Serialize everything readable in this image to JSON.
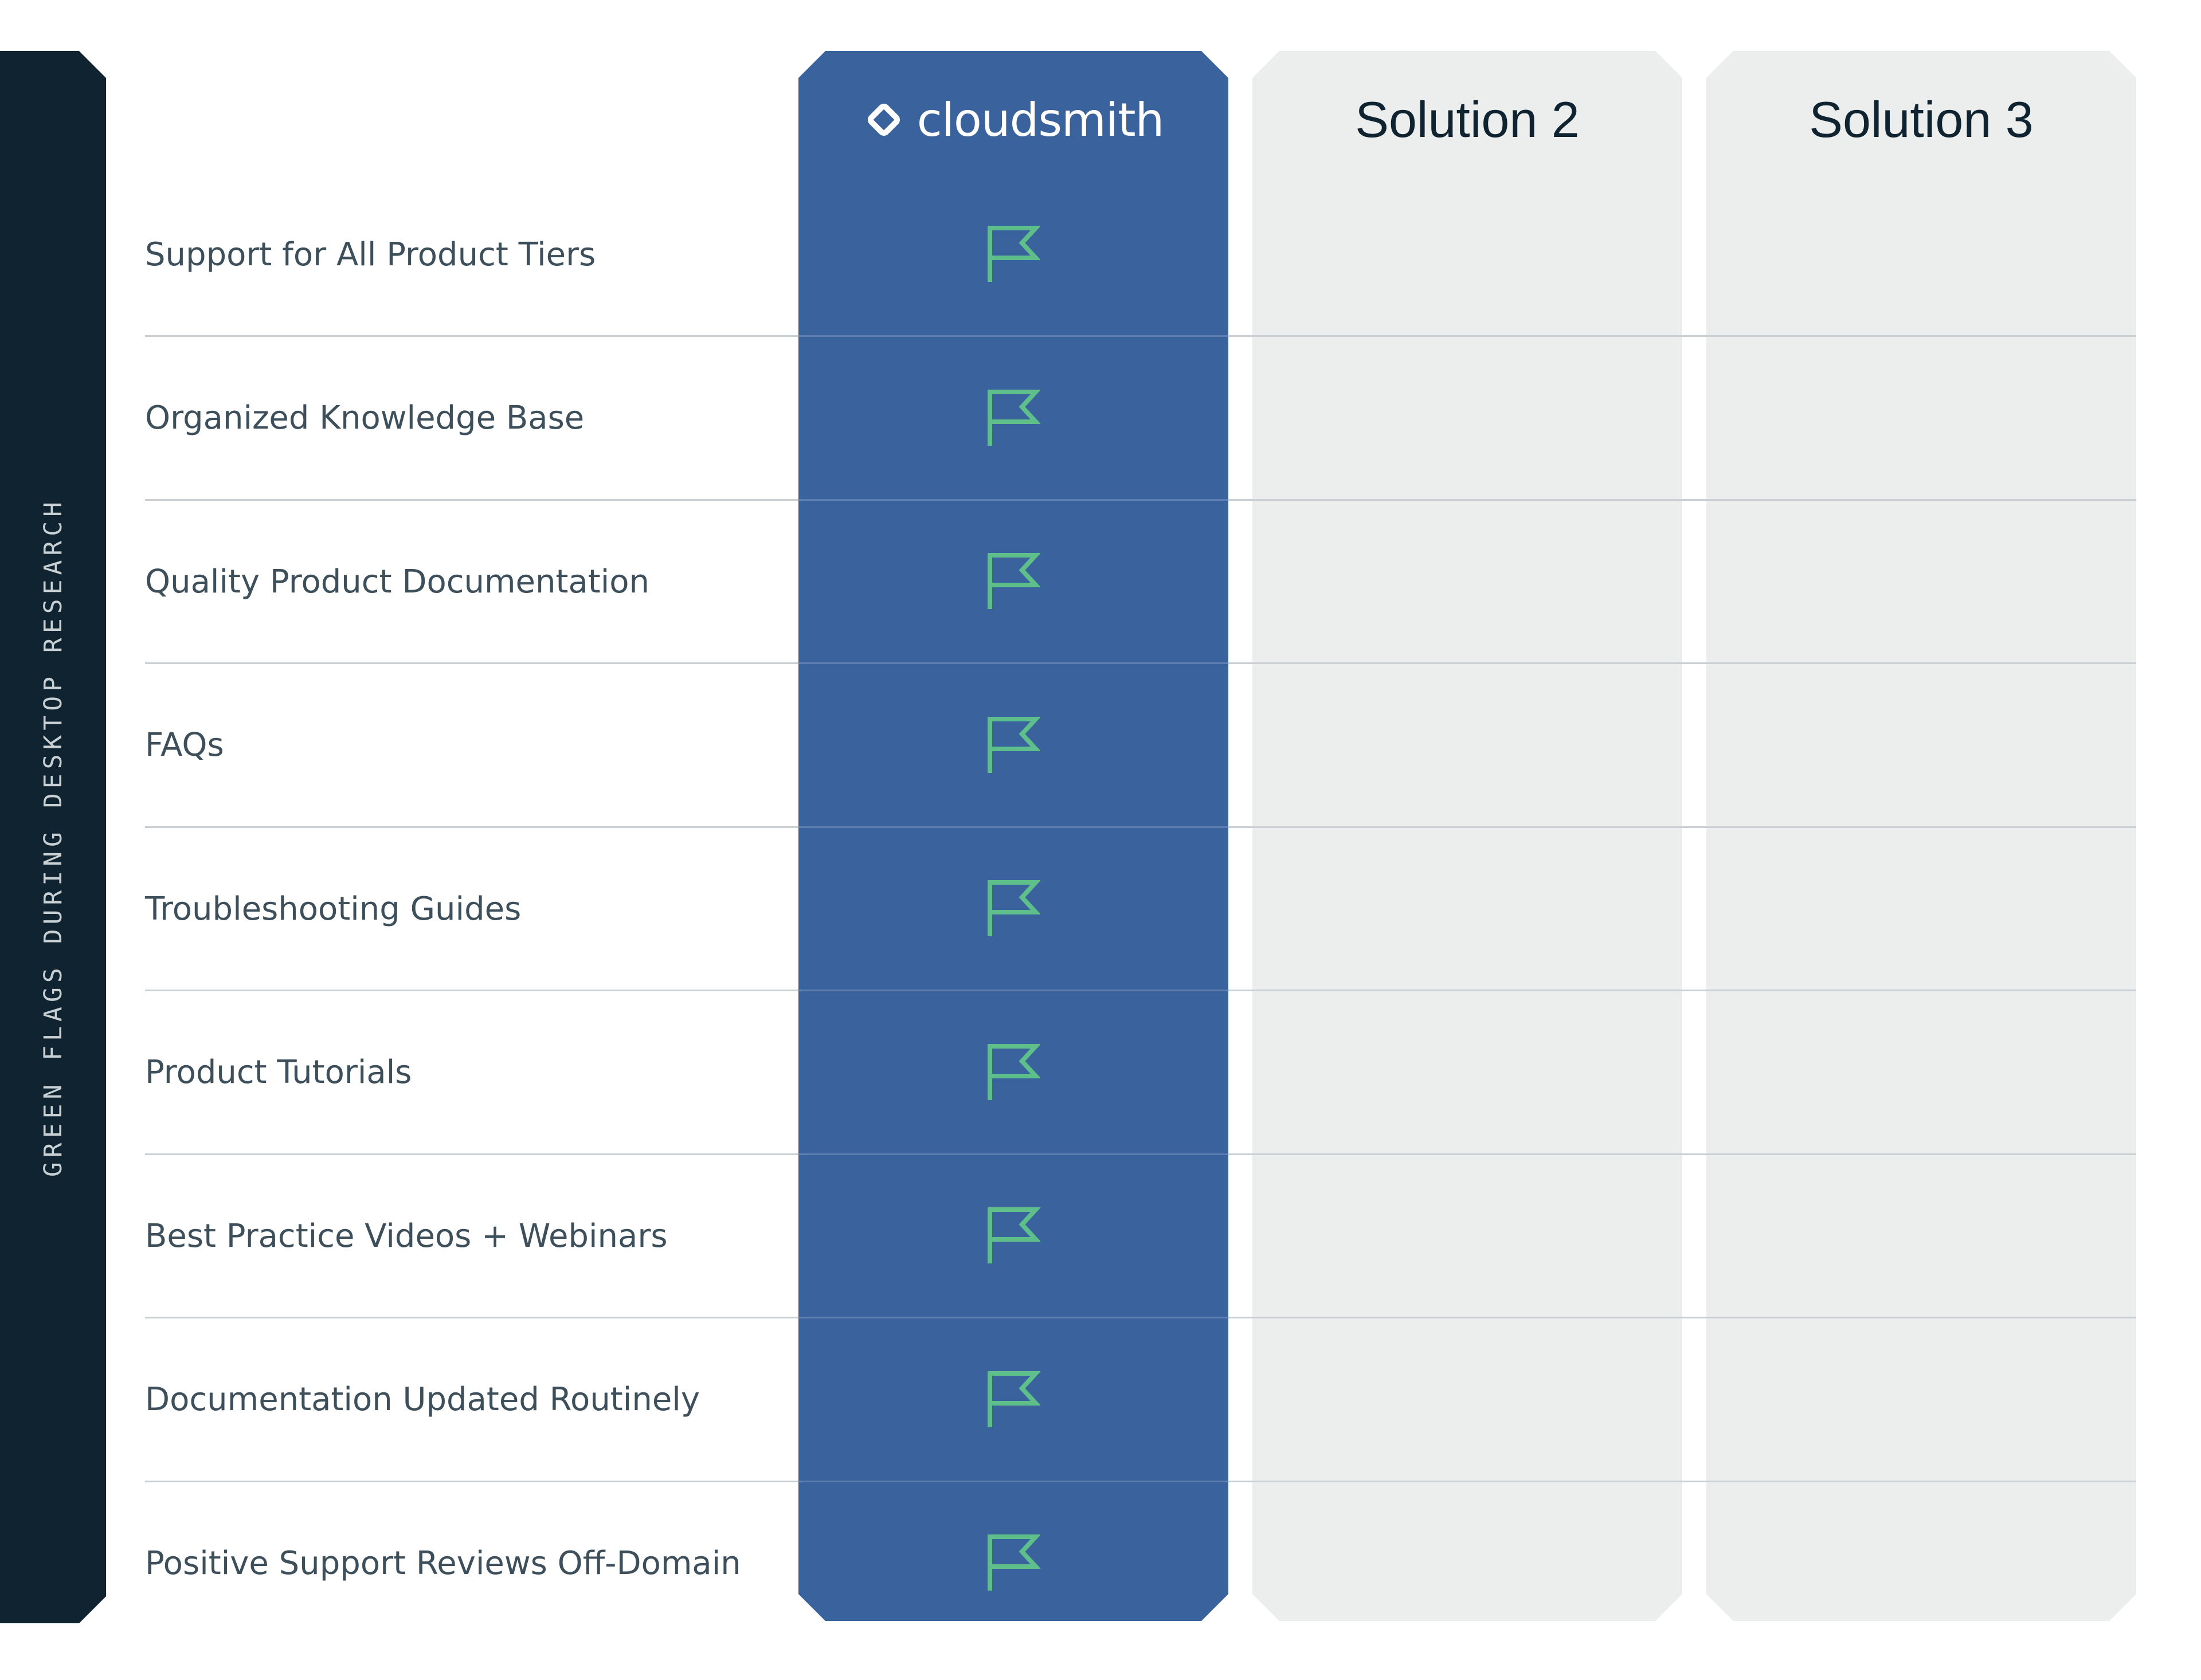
{
  "sidebar": {
    "label": "GREEN FLAGS DURING DESKTOP RESEARCH"
  },
  "columns": [
    {
      "name": "cloudsmith",
      "type": "brand-logo"
    },
    {
      "name": "Solution 2"
    },
    {
      "name": "Solution 3"
    }
  ],
  "rows": [
    {
      "label": "Support for All Product Tiers",
      "cloudsmith": "flag"
    },
    {
      "label": "Organized Knowledge Base",
      "cloudsmith": "flag"
    },
    {
      "label": "Quality Product Documentation",
      "cloudsmith": "flag"
    },
    {
      "label": "FAQs",
      "cloudsmith": "flag"
    },
    {
      "label": "Troubleshooting Guides",
      "cloudsmith": "flag"
    },
    {
      "label": "Product Tutorials",
      "cloudsmith": "flag"
    },
    {
      "label": "Best Practice Videos + Webinars",
      "cloudsmith": "flag"
    },
    {
      "label": "Documentation Updated Routinely",
      "cloudsmith": "flag"
    },
    {
      "label": "Positive Support Reviews Off-Domain",
      "cloudsmith": "flag"
    }
  ],
  "colors": {
    "sidebar": "#0f2430",
    "brand_column": "#3a629d",
    "other_columns": "#eceeed",
    "flag": "#5fbf8a",
    "label_text": "#3d4f5a"
  },
  "icons": {
    "check": "flag-icon",
    "brand": "cloudsmith-diamond-logo-icon"
  }
}
